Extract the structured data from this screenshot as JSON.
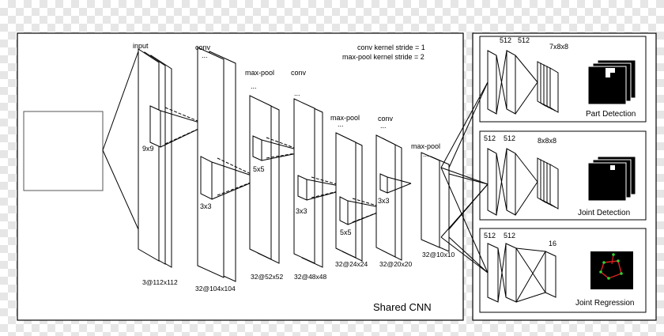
{
  "shared_cnn": {
    "title": "Shared CNN",
    "note_line1": "conv kernel stride = 1",
    "note_line2": "max-pool kernel stride = 2"
  },
  "ops": {
    "input": "input",
    "conv1": "conv",
    "maxpool1": "max-pool",
    "conv2": "conv",
    "maxpool2": "max-pool",
    "conv3": "conv",
    "maxpool3": "max-pool",
    "ellipsis": "..."
  },
  "kernels": {
    "k1": "9x9",
    "k2": "3x3",
    "k3": "5x5",
    "k4": "3x3",
    "k5": "5x5",
    "k6": "3x3"
  },
  "sizes": {
    "s1": "3@112x112",
    "s2": "32@104x104",
    "s3": "32@52x52",
    "s4": "32@48x48",
    "s5": "32@24x24",
    "s6": "32@20x20",
    "s7": "32@10x10"
  },
  "heads": {
    "part": {
      "title": "Part Detection",
      "fc1": "512",
      "fc2": "512",
      "out": "7x8x8"
    },
    "joint_det": {
      "title": "Joint Detection",
      "fc1": "512",
      "fc2": "512",
      "out": "8x8x8"
    },
    "joint_reg": {
      "title": "Joint Regression",
      "fc1": "512",
      "fc2": "512",
      "out": "16"
    }
  }
}
